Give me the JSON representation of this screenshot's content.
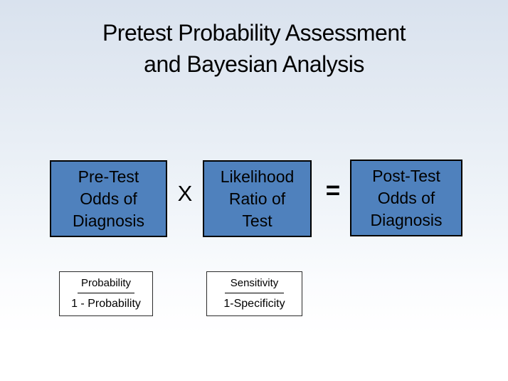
{
  "slide": {
    "title_line1": "Pretest Probability Assessment",
    "title_line2": "and Bayesian Analysis"
  },
  "equation": {
    "pretest_box_label": "Pre-Test\nOdds of\nDiagnosis",
    "multiply_sign": "X",
    "likelihood_box_label": "Likelihood\nRatio of\nTest",
    "equals_sign": "=",
    "posttest_box_label": "Post-Test\nOdds of\nDiagnosis"
  },
  "fractions": {
    "pretest_odds": {
      "numerator": "Probability",
      "denominator": "1 - Probability"
    },
    "likelihood_ratio": {
      "numerator": "Sensitivity",
      "denominator": "1-Specificity"
    }
  },
  "colors": {
    "box_fill": "#4f81bd",
    "box_border": "#000000",
    "background_top": "#d9e2ee",
    "background_bottom": "#ffffff"
  }
}
